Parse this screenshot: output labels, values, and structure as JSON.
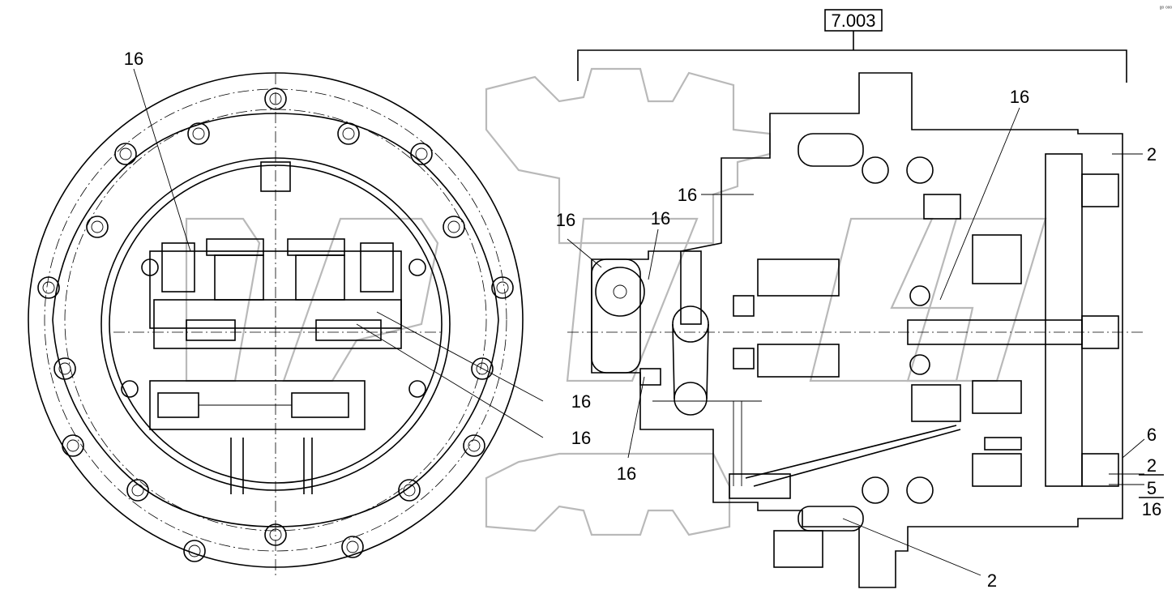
{
  "assembly_label": "7.003",
  "corner_mark": "ᵍᵒ ᵒᵒᵒ",
  "callouts": {
    "left_top": "16",
    "left_mid_1": "16",
    "left_mid_2": "16",
    "center_top_1": "16",
    "center_top_2": "16",
    "center_left": "16",
    "center_bottom": "16",
    "right_inner": "16",
    "right_top": "2",
    "right_6": "6",
    "right_2": "2",
    "right_5": "5",
    "right_16": "16",
    "bottom_2": "2"
  }
}
